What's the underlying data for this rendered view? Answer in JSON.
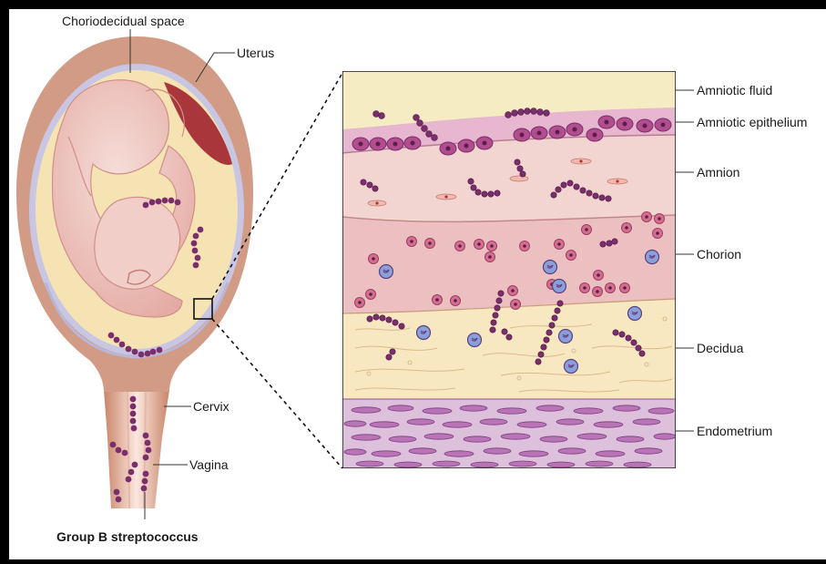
{
  "labels": {
    "choriodecidual_space": "Choriodecidual space",
    "uterus": "Uterus",
    "cervix": "Cervix",
    "vagina": "Vagina",
    "group_b_streptococcus": "Group B streptococcus"
  },
  "layers": [
    {
      "key": "amniotic_fluid",
      "label": "Amniotic fluid",
      "color": "#f6ecc4"
    },
    {
      "key": "amniotic_epithelium",
      "label": "Amniotic epithelium",
      "color": "#e6b7cf"
    },
    {
      "key": "amnion",
      "label": "Amnion",
      "color": "#f2d4d0"
    },
    {
      "key": "chorion",
      "label": "Chorion",
      "color": "#ecc0c1"
    },
    {
      "key": "decidua",
      "label": "Decidua",
      "color": "#f7e8c2"
    },
    {
      "key": "endometrium",
      "label": "Endometrium",
      "color": "#dcc0dc"
    }
  ],
  "colors": {
    "uterus_wall": "#d19b86",
    "bacteria": "#7a2e6c",
    "membrane": "#b9b6d6"
  }
}
